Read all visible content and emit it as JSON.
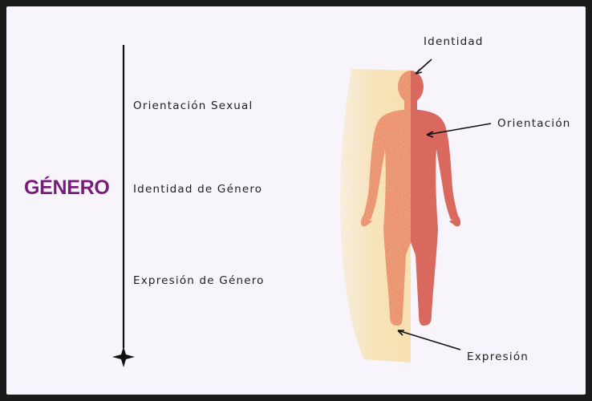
{
  "main_label": "GÉNERO",
  "axis_items": [
    "Orientación Sexual",
    "Identidad de Género",
    "Expresión de Género"
  ],
  "figure_labels": {
    "identity": "Identidad",
    "orientation": "Orientación",
    "expression": "Expresión"
  },
  "colors": {
    "title": "#7a1a7c",
    "body_left": "#e88a6a",
    "body_right": "#d9685e",
    "aura": "#f4c96a",
    "background": "#f7f4fb"
  }
}
